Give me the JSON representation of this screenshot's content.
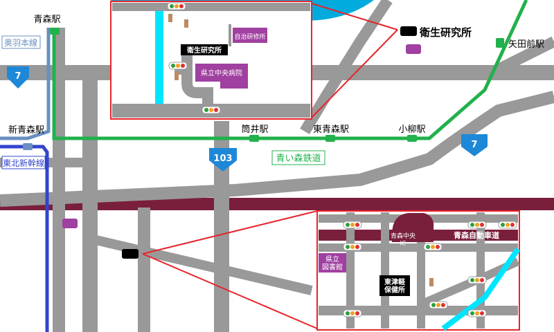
{
  "colors": {
    "background": "#ffffff",
    "road": "#999999",
    "water": "#00aadd",
    "river": "#00e5ff",
    "railway_aoimori": "#22b14c",
    "railway_ou": "#6a8fc0",
    "railway_shinkansen": "#3344cc",
    "expressway": "#7a1f3b",
    "facility": "#a040a0",
    "highlight_box": "#e8232b",
    "route_shield": "#1e88d8",
    "label_black": "#000000",
    "signal_green": "#2e9e3a",
    "signal_red": "#dd3333",
    "signal_orange": "#f0a020"
  },
  "stations": {
    "aomori": "青森駅",
    "shin_aomori": "新青森駅",
    "tsutsui": "筒井駅",
    "higashi_aomori": "東青森駅",
    "koyanagi": "小柳駅",
    "yadamae": "矢田前駅"
  },
  "railway_lines": {
    "ou": "奥羽本線",
    "shinkansen": "東北新幹線",
    "aoimori": "青い森鉄道"
  },
  "route_shields": {
    "r7_left": "7",
    "r7_right": "7",
    "r103": "103"
  },
  "destinations": {
    "eisei": "衛生研究所",
    "tosugaru": "東津軽\n保健所"
  },
  "inset_top": {
    "eisei_label": "衛生研究所",
    "jichi_label": "自治研修所",
    "hospital_label": "県立中央病院"
  },
  "inset_bottom": {
    "ic_label": "青森中央\nIC",
    "expressway_label": "青森自動車道",
    "library_label": "県立\n図書館",
    "tosugaru_label": "東津軽\n保健所"
  }
}
